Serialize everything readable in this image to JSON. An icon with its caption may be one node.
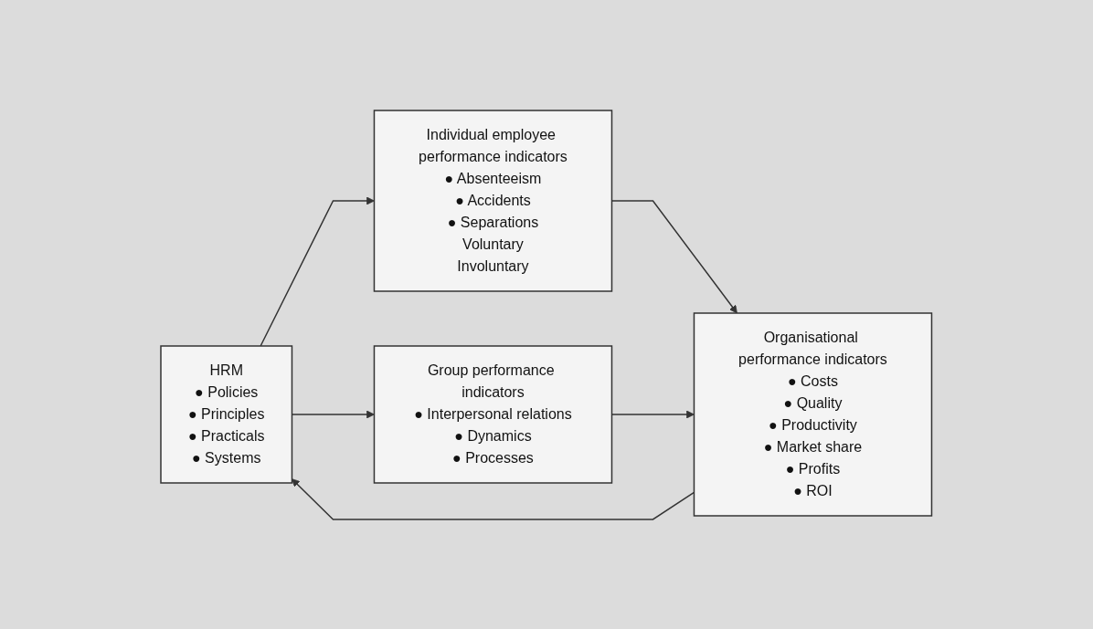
{
  "diagram": {
    "nodes": [
      {
        "text": [
          "HRM",
          "● Policies",
          "● Principles",
          "● Practicals",
          "● Systems"
        ]
      },
      {
        "text": [
          "Individual employee performance indicators",
          "● Absenteeism",
          "● Accidents",
          "● Separations",
          "Voluntary",
          "Involuntary"
        ]
      },
      {
        "text": [
          "Group performance indicators",
          "● Interpersonal relations",
          "● Dynamics",
          "● Processes"
        ]
      },
      {
        "text": [
          "Organisational performance indicators",
          "● Costs",
          "● Quality",
          "● Productivity",
          "● Market share",
          "● Profits",
          "● ROI"
        ]
      }
    ],
    "edges": [
      {
        "from": 0,
        "to": 1,
        "arrow": "to"
      },
      {
        "from": 0,
        "to": 2,
        "arrow": "to"
      },
      {
        "from": 1,
        "to": 3,
        "arrow": "to"
      },
      {
        "from": 2,
        "to": 3,
        "arrow": "to"
      },
      {
        "from": 3,
        "to": 0,
        "arrow": "to"
      }
    ]
  }
}
